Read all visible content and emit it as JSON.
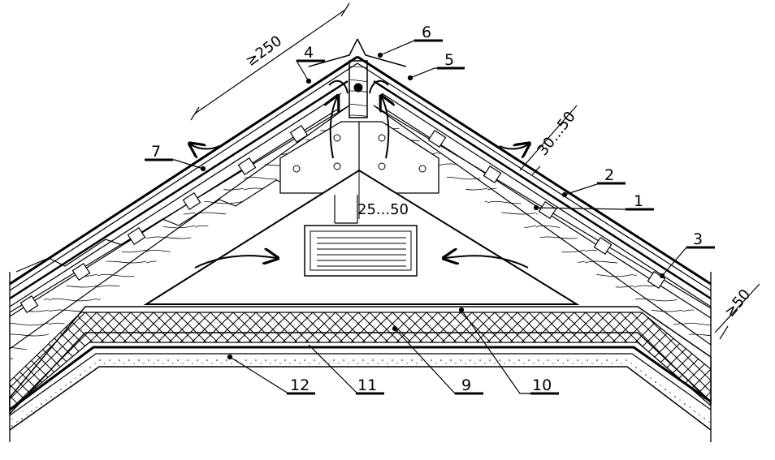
{
  "callouts": [
    {
      "id": "1",
      "text": "1"
    },
    {
      "id": "2",
      "text": "2"
    },
    {
      "id": "3",
      "text": "3"
    },
    {
      "id": "4",
      "text": "4"
    },
    {
      "id": "5",
      "text": "5"
    },
    {
      "id": "6",
      "text": "6"
    },
    {
      "id": "7",
      "text": "7"
    },
    {
      "id": "9",
      "text": "9"
    },
    {
      "id": "10",
      "text": "10"
    },
    {
      "id": "11",
      "text": "11"
    },
    {
      "id": "12",
      "text": "12"
    }
  ],
  "dimensions": {
    "overlap_top": "≥250",
    "batten_gap": "30...50",
    "vent_gap": "25...50",
    "eave_gap": "≥50"
  }
}
